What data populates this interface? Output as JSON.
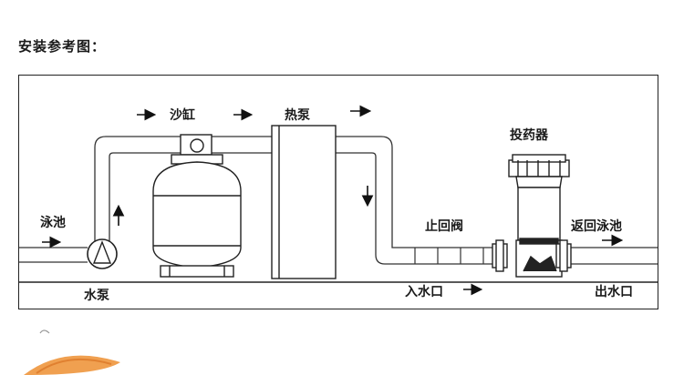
{
  "title": "安装参考图：",
  "labels": {
    "pool": "泳池",
    "pump": "水泵",
    "sand_filter": "沙缸",
    "heat_pump": "热泵",
    "dispenser": "投药器",
    "check_valve": "止回阀",
    "return_pool": "返回泳池",
    "inlet": "入水口",
    "outlet": "出水口"
  },
  "arrow_glyph": "→"
}
